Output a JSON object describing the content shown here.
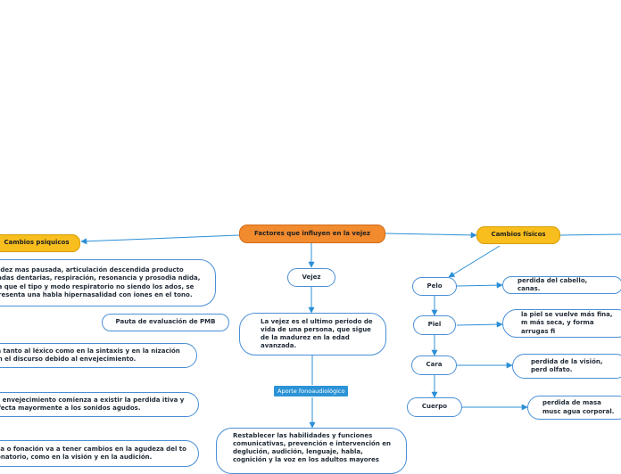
{
  "central": "Factores que influyen en la vejez",
  "left_branch": {
    "title": "Cambios psiquicos",
    "items": [
      "uidez mas pausada, articulación descendida producto cadas dentarias, respiración, resonancia y prosodia ndida, ya que el tipo y modo respiratorio no siendo los ados, se presenta una habla hipernasalidad con iones en el tono.",
      "Pauta de evaluación de PMB",
      "ta tanto al léxico como en la sintaxis y en la nización en el discurso debido al envejecimiento.",
      " el envejecimiento comienza a existir la perdida itiva y afecta mayormente a los sonidos agudos.",
      "bla o fonación va a tener cambios en la agudeza del to fonatorio, como en la visión y en la audición."
    ]
  },
  "center_branch": {
    "label": "Vejez",
    "definition": "La vejez es el ultimo periodo de vida de una persona, que sigue de la madurez en la edad avanzada.",
    "tag": "Aporte fonoaudiológico",
    "contribution": "Restablecer las habilidades y funciones comunicativas, prevención e intervención en deglución, audición, lenguaje, habla, cognición y la voz en los adultos mayores"
  },
  "right_branch": {
    "title": "Cambios físicos",
    "items": [
      {
        "label": "Pelo",
        "detail": "perdida del cabello, canas."
      },
      {
        "label": "Piel",
        "detail": "la piel se vuelve más fina, m más seca, y forma arrugas fi"
      },
      {
        "label": "Cara",
        "detail": "perdida de la visión, perd olfato."
      },
      {
        "label": "Cuerpo",
        "detail": "perdida de masa musc agua corporal."
      }
    ]
  },
  "colors": {
    "central_fill": "#f28a2e",
    "branch_fill": "#f7be1d",
    "node_border": "#4a8fd6",
    "connector": "#2b8fd6",
    "tag_fill": "#2b93d6"
  }
}
